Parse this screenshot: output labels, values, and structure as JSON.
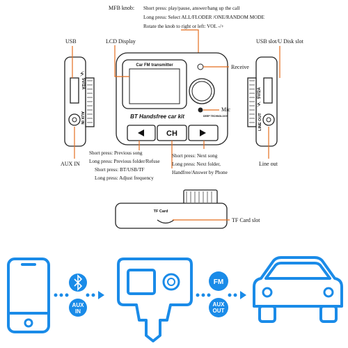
{
  "mfb_label": "MFB knob:",
  "mfb_lines": [
    "Short press: play/pause, answer/hang up the call",
    "Long press: Select ALL/FLODER /ONE/RANDOM MODE",
    "Rotate the knob to right or left: VOL -/+"
  ],
  "labels": {
    "usb": "USB",
    "lcd": "LCD Display",
    "receive": "Receive",
    "mic": "Mic",
    "usb_slot": "USB slot/U Disk slot",
    "aux_in": "AUX IN",
    "line_out": "Line out",
    "tf_slot": "TF Card slot"
  },
  "device": {
    "brand": "Car FM transmitter",
    "model": "BT Handsfree car kit",
    "tech": "DEEP TECHNOLOGY",
    "ch": "CH",
    "left_side": "5V/2A",
    "left_side_aux": "AUX IN",
    "right_side": "5V/2A",
    "right_side_line": "LINE OUT",
    "tf_card": "TF Card"
  },
  "prev_lines": [
    "Short press: Previous song",
    "Long press: Previous folder/Refuse"
  ],
  "next_lines": [
    "Short press: Next song",
    "Long press: Next folder,",
    "Handfree/Answer by Phone"
  ],
  "ch_lines": [
    "Short press: BT/USB/TF",
    "Long press: Adjust frequency"
  ],
  "flow": {
    "left_top_icon": "bluetooth-icon",
    "left_bottom": [
      "AUX",
      "IN"
    ],
    "right_top": "FM",
    "right_bottom": [
      "AUX",
      "OUT"
    ],
    "accent": "#1a8be8",
    "callout": "#e46d1f"
  }
}
